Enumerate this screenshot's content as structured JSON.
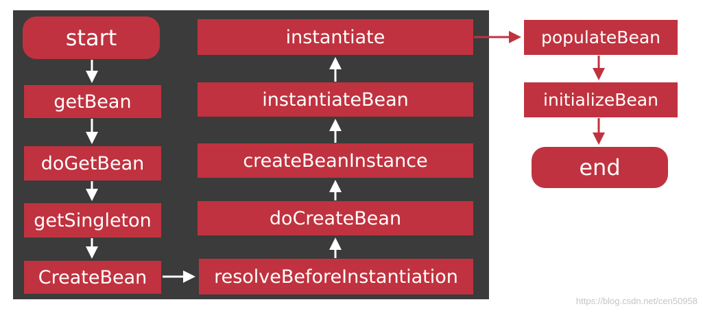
{
  "diagram": {
    "colors": {
      "panel": "#3b3b3b",
      "node": "#c0323f",
      "arrow_on_panel": "#ffffff",
      "arrow_off_panel": "#c0323f"
    },
    "nodes": {
      "start": "start",
      "getBean": "getBean",
      "doGetBean": "doGetBean",
      "getSingleton": "getSingleton",
      "createBean": "CreateBean",
      "resolveBeforeInstantiation": "resolveBeforeInstantiation",
      "doCreateBean": "doCreateBean",
      "createBeanInstance": "createBeanInstance",
      "instantiateBean": "instantiateBean",
      "instantiate": "instantiate",
      "populateBean": "populateBean",
      "initializeBean": "initializeBean",
      "end": "end"
    }
  },
  "watermark": "https://blog.csdn.net/cen50958"
}
